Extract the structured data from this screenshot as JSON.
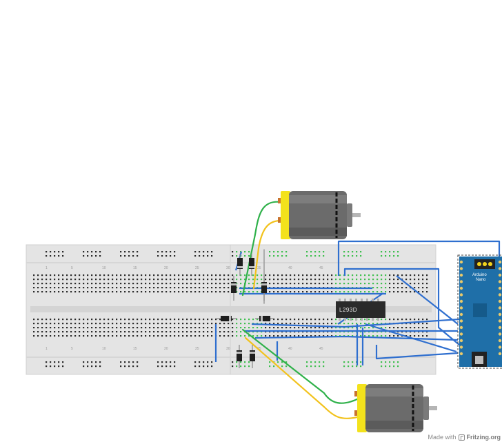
{
  "footer": {
    "made_with": "Made with",
    "site": "Fritzing.org"
  },
  "components": {
    "driver_ic": {
      "label": "L293D"
    },
    "controller": {
      "line1": "Arduino",
      "line2": "Nano"
    },
    "motor_top": {
      "type": "dc-motor"
    },
    "motor_bottom": {
      "type": "dc-motor"
    }
  },
  "breadboard": {
    "column_numbers": [
      "1",
      "5",
      "10",
      "15",
      "20",
      "25",
      "30",
      "35",
      "40",
      "45"
    ]
  },
  "colors": {
    "wire_blue": "#2f6fcf",
    "wire_green": "#2fb14a",
    "wire_yellow": "#f2c21c",
    "motor_body": "#6b6b6b",
    "motor_cap": "#f3e21c",
    "breadboard": "#e6e6e6",
    "nano_board": "#1f6fa8",
    "ic_body": "#2a2a2a"
  }
}
